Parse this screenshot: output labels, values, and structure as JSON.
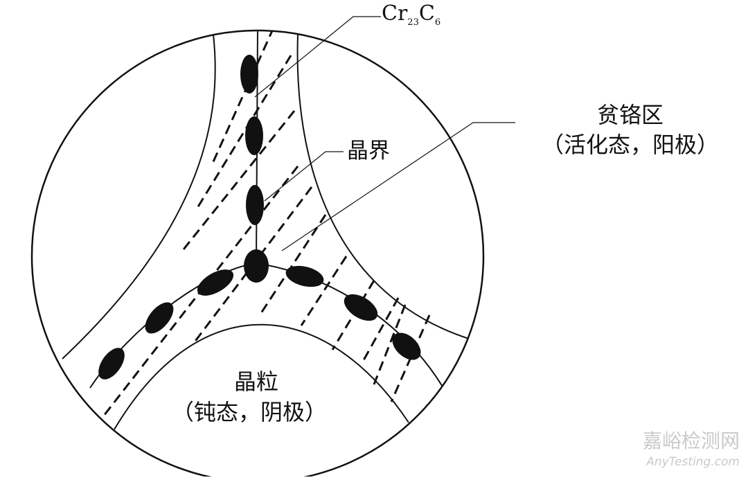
{
  "labels": {
    "carbide": {
      "main": "Cr",
      "sub1": "23",
      "c": "C",
      "sub2": "6"
    },
    "grain_boundary": "晶界",
    "depleted_zone": {
      "line1": "贫铬区",
      "line2": "（活化态，阳极）"
    },
    "grain": {
      "line1": "晶粒",
      "line2": "（钝态，阴极）"
    }
  },
  "watermark": {
    "line1": "嘉峪检测网",
    "line2": "AnyTesting.com"
  },
  "colors": {
    "ink": "#111111",
    "background": "#ffffff",
    "watermark": "#c9c9c9"
  }
}
